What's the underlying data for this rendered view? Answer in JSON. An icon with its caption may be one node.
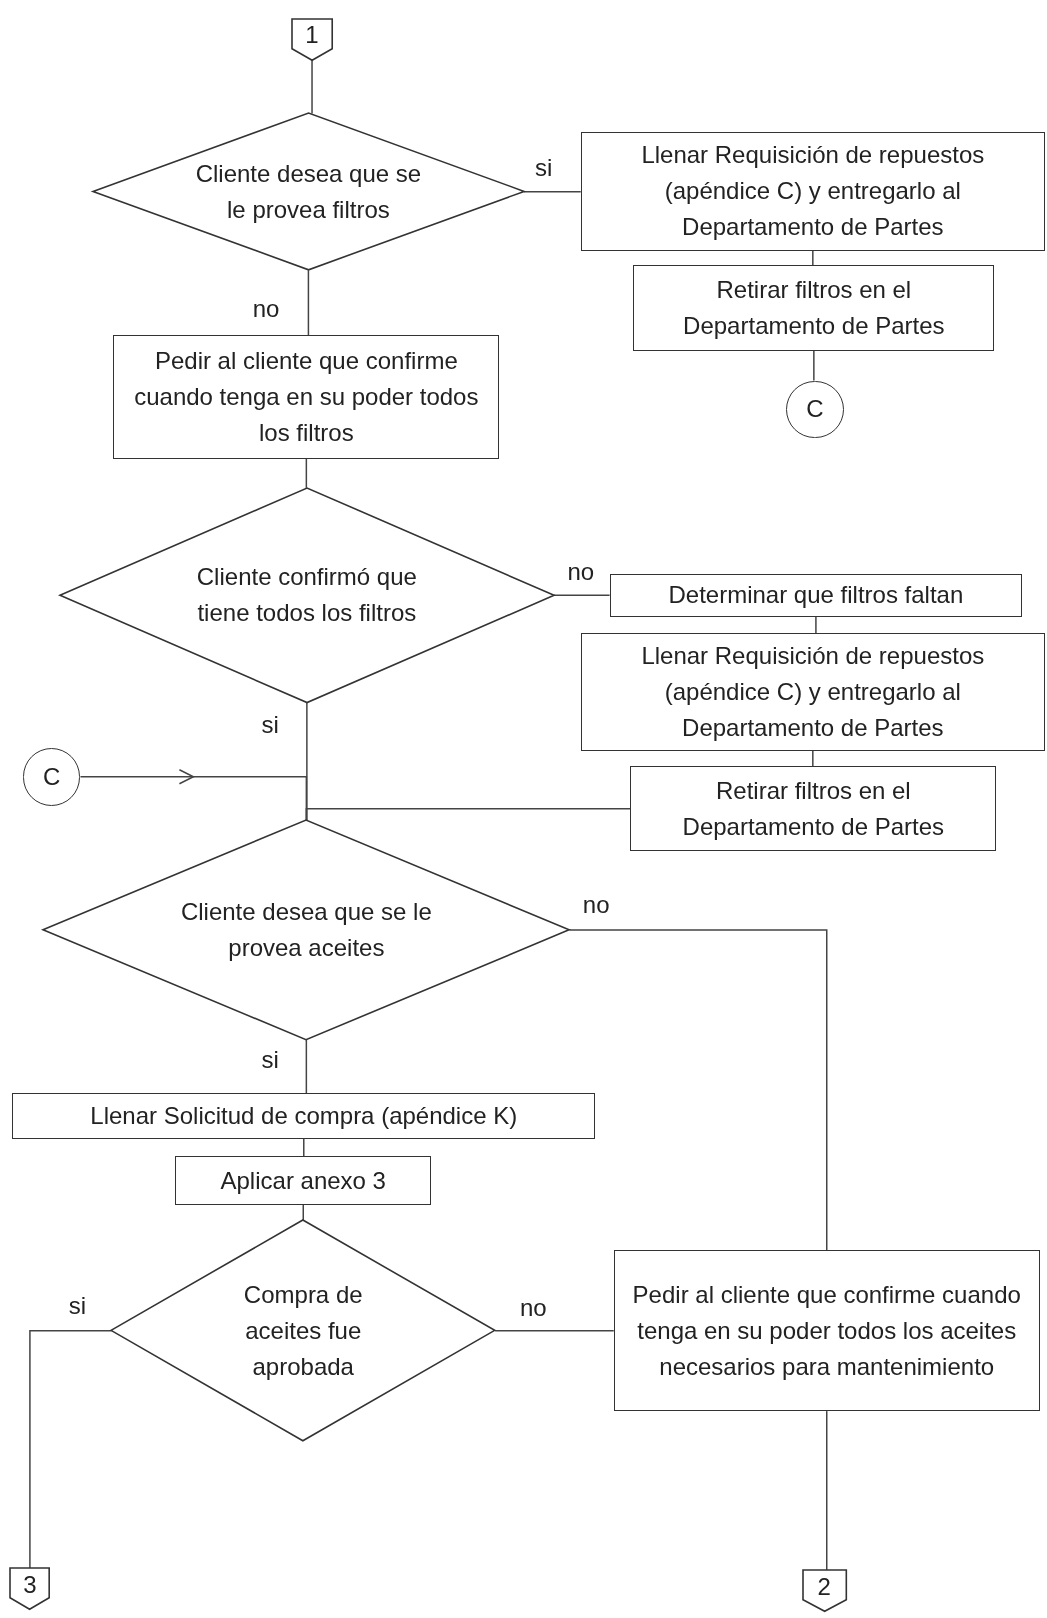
{
  "diagram": {
    "nodes": [
      {
        "text": [
          "1"
        ]
      },
      {
        "text": [
          "Cliente desea que se le provea filtros"
        ]
      },
      {
        "text": [
          "Llenar Requisición de repuestos (apéndice C) y entregarlo al Departamento de Partes"
        ]
      },
      {
        "text": [
          "Retirar filtros en el Departamento de Partes"
        ]
      },
      {
        "text": [
          "C"
        ]
      },
      {
        "text": [
          "Pedir al cliente que confirme cuando tenga en su poder todos los filtros"
        ]
      },
      {
        "text": [
          "Cliente confirmó que tiene todos los filtros"
        ]
      },
      {
        "text": [
          "Determinar que filtros faltan"
        ]
      },
      {
        "text": [
          "Llenar Requisición de repuestos (apéndice C) y entregarlo al Departamento de Partes"
        ]
      },
      {
        "text": [
          "Retirar filtros en el Departamento de Partes"
        ]
      },
      {
        "text": [
          "C"
        ]
      },
      {
        "text": [
          "Cliente desea que se le provea aceites"
        ]
      },
      {
        "text": [
          "Llenar Solicitud de compra (apéndice K)"
        ]
      },
      {
        "text": [
          "Aplicar anexo 3"
        ]
      },
      {
        "text": [
          "Compra de aceites fue aprobada"
        ]
      },
      {
        "text": [
          "Pedir al cliente que confirme cuando tenga en su poder todos los aceites necesarios para mantenimiento"
        ]
      },
      {
        "text": [
          "3"
        ]
      },
      {
        "text": [
          "2"
        ]
      }
    ],
    "edges": [
      {
        "from": 0,
        "to": 1,
        "arrow": "none"
      },
      {
        "from": 1,
        "to": 2,
        "arrow": "none",
        "label": "si"
      },
      {
        "from": 2,
        "to": 3,
        "arrow": "none"
      },
      {
        "from": 3,
        "to": 4,
        "arrow": "none"
      },
      {
        "from": 1,
        "to": 5,
        "arrow": "none",
        "label": "no"
      },
      {
        "from": 5,
        "to": 6,
        "arrow": "none"
      },
      {
        "from": 6,
        "to": 7,
        "arrow": "none",
        "label": "no"
      },
      {
        "from": 7,
        "to": 8,
        "arrow": "none"
      },
      {
        "from": 8,
        "to": 9,
        "arrow": "none"
      },
      {
        "from": 6,
        "to": 11,
        "arrow": "none",
        "label": "si"
      },
      {
        "from": 10,
        "to": 11,
        "arrow": "to"
      },
      {
        "from": 9,
        "to": 11,
        "arrow": "none"
      },
      {
        "from": 11,
        "to": 15,
        "arrow": "none",
        "label": "no"
      },
      {
        "from": 11,
        "to": 12,
        "arrow": "none",
        "label": "si"
      },
      {
        "from": 12,
        "to": 13,
        "arrow": "none"
      },
      {
        "from": 13,
        "to": 14,
        "arrow": "none"
      },
      {
        "from": 14,
        "to": 16,
        "arrow": "none",
        "label": "si"
      },
      {
        "from": 14,
        "to": 15,
        "arrow": "none",
        "label": "no"
      },
      {
        "from": 15,
        "to": 17,
        "arrow": "none"
      }
    ]
  }
}
